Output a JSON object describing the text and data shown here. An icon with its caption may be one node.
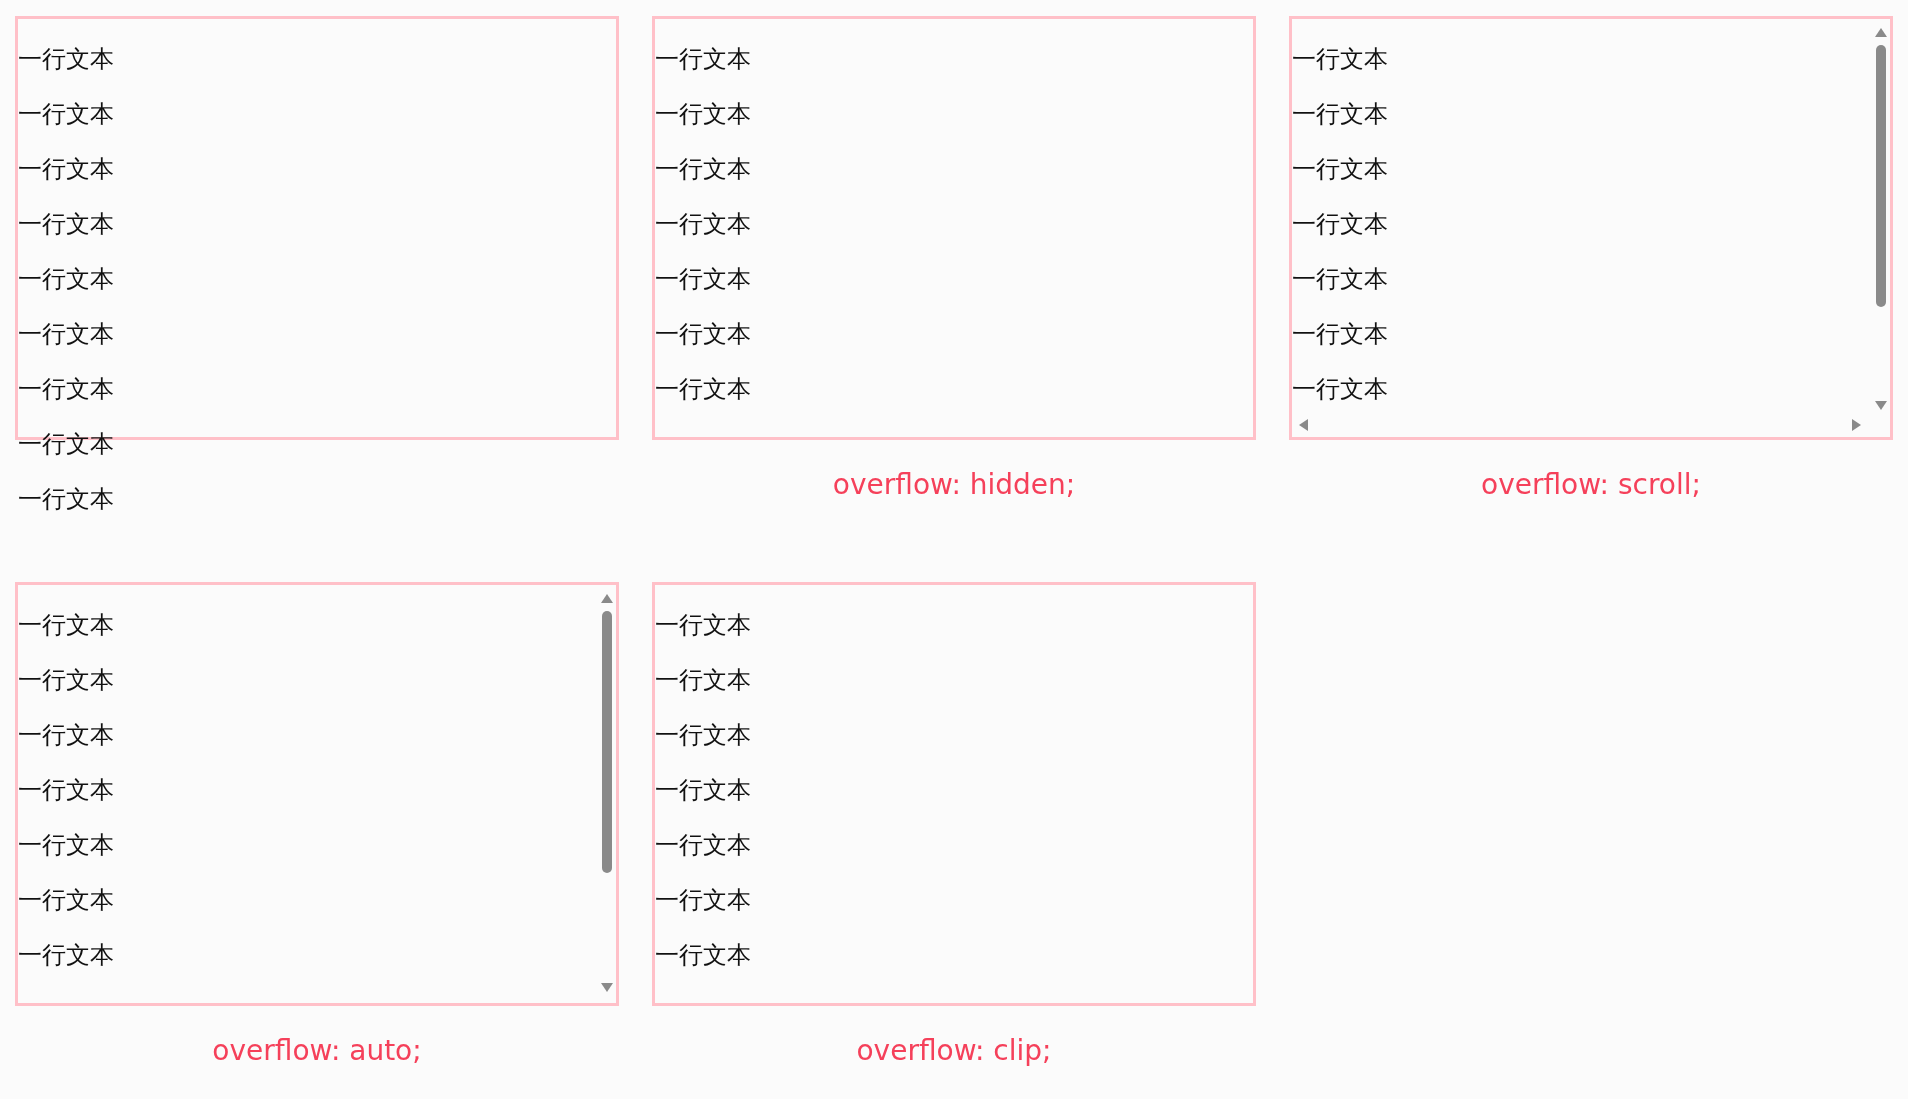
{
  "diagram": {
    "nodes": [
      {
        "text": [
          "一行文本",
          "一行文本",
          "一行文本",
          "一行文本",
          "一行文本",
          "一行文本",
          "一行文本",
          "一行文本",
          "一行文本"
        ]
      },
      {
        "text": [
          "一行文本",
          "一行文本",
          "一行文本",
          "一行文本",
          "一行文本",
          "一行文本",
          "一行文本"
        ],
        "beside": [
          "overflow: hidden;"
        ]
      },
      {
        "text": [
          "一行文本",
          "一行文本",
          "一行文本",
          "一行文本",
          "一行文本",
          "一行文本",
          "一行文本"
        ],
        "beside": [
          "overflow: scroll;"
        ]
      },
      {
        "text": [
          "一行文本",
          "一行文本",
          "一行文本",
          "一行文本",
          "一行文本",
          "一行文本",
          "一行文本"
        ],
        "beside": [
          "overflow: auto;"
        ]
      },
      {
        "text": [
          "一行文本",
          "一行文本",
          "一行文本",
          "一行文本",
          "一行文本",
          "一行文本",
          "一行文本"
        ],
        "beside": [
          "overflow: clip;"
        ]
      }
    ]
  }
}
